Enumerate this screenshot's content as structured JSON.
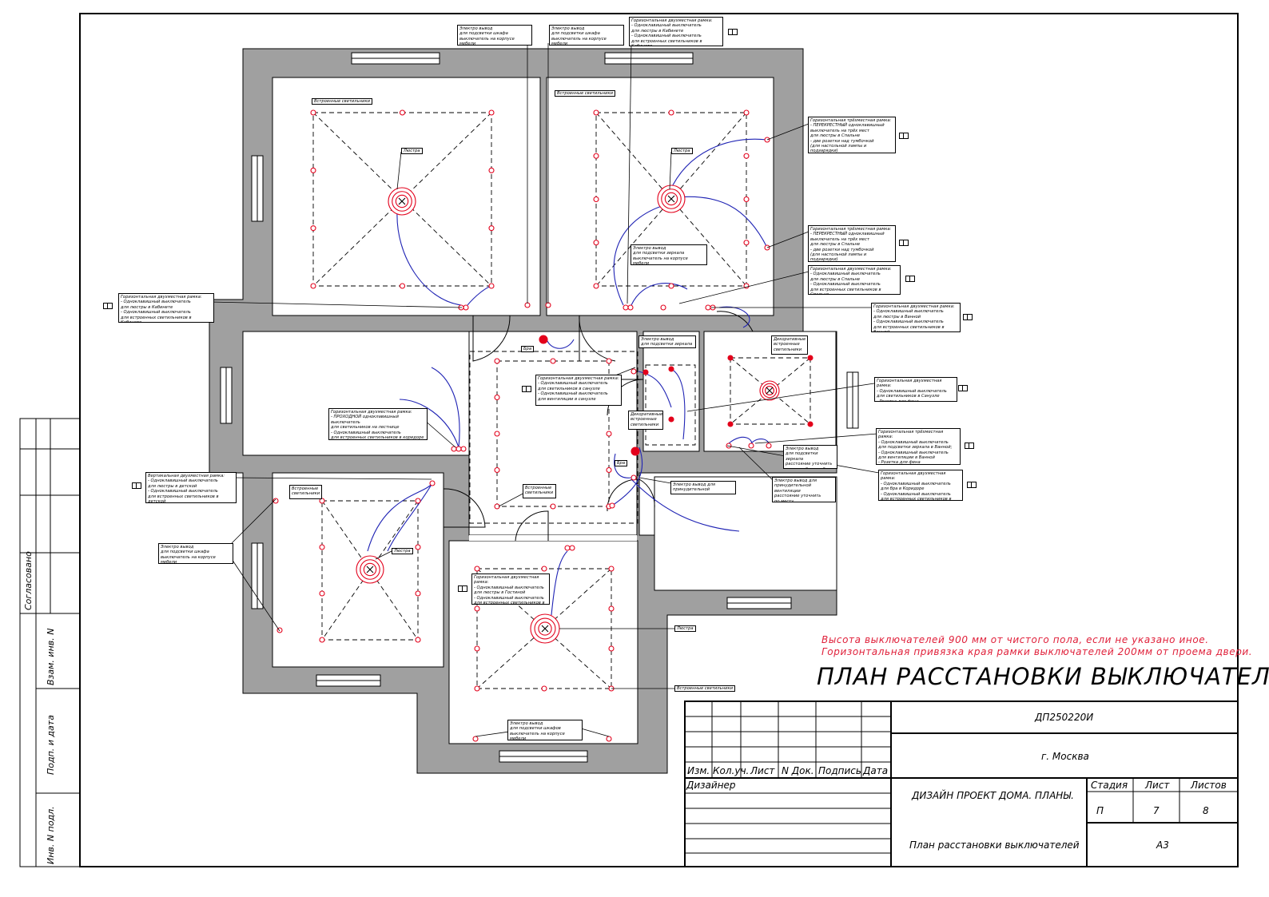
{
  "title": "ПЛАН РАССТАНОВКИ ВЫКЛЮЧАТЕЛЕЙ",
  "notes": [
    "Высота выключателей 900 мм от чистого пола, если не указано иное.",
    "Горизонтальная привязка края рамки выключателей 200мм от проема двери."
  ],
  "callouts": {
    "c_top1": "Электро вывод\nдля подсветки шкафа\nвыключатель на корпусе мебели",
    "c_top2": "Электро вывод\nдля подсветки шкафа\nвыключатель на корпусе мебели",
    "c_top3": "Горизонтальная двухместная рамка:\n- Одноклавишный выключатель\nдля люстры в Кабинете\n- Одноклавишный выключатель\nдля встроенных светильников в Кабинете",
    "c_r1": "Горизонтальная трёхместная рамка:\n- ПЕРЕКРЕСТНЫЙ одноклавишный\nвыключатель на трёх мест\nдля люстры в Спальне\n- две розетки над тумбочкой\n(для настольной лампы и подзарядки)",
    "c_r2": "Горизонтальная трёхместная рамка:\n- ПЕРЕКРЕСТНЫЙ одноклавишный\nвыключатель на трёх мест\nдля люстры в Спальне\n- две розетки над тумбочкой\n(для настольной лампы и подзарядки)",
    "c_r3": "Горизонтальная двухместная рамка:\n- Одноклавишный выключатель\nдля люстры в Спальне\n- Одноклавишный выключатель\nдля встроенных светильников в Спальне",
    "c_mirror": "Электро вывод\nдля подсветки зеркала\nвыключатель на корпусе мебели",
    "c_left1": "Горизонтальная двухместная рамка:\n- Одноклавишный выключатель\nдля люстры в Кабинете\n- Одноклавишный выключатель\nдля встроенных светильников в Кабинете",
    "c_bath": "Горизонтальная двухместная рамка:\n- Одноклавишный выключатель\nдля люстры в Ванной\n- Одноклавишный выключатель\nдля встроенных светильников в Ванной",
    "c_wc": "Горизонтальная двухместная рамка:\n- Одноклавишный выключатель\nдля светильников в санузле\n- Одноклавишный выключатель\nдля вентиляции в санузле",
    "c_corr": "Горизонтальная двухместная рамка:\n- ПРОХОДНОЙ одноклавишный выключатель\nдля светильников на лестнице\n- Одноклавишный выключатель\nдля встроенных светильников в коридоре",
    "c_bath2": "Горизонтальная двухместная рамка:\n- Одноклавишный выключатель\nдля светильников в Санузле\n- Розетка для фена",
    "c_bath3": "Горизонтальная трёхместная рамка:\n- Одноклавишный выключатель\nдля подсветки зеркала в Ванной;\n- Одноклавишный выключатель\nдля вентиляции в Ванной\n- Розетка для фена",
    "c_child": "Вертикальная двухместная рамка:\n- Одноклавишный выключатель\nдля люстры в детской\n- Одноклавишный выключатель\nдля встроенных светильников в детской",
    "c_hall": "Горизонтальная двухместная рамка:\n- Одноклавишный выключатель\nдля бра в Коридоре\n- Одноклавишный выключатель\nдля встроенных светильников в Гостиной",
    "c_shelf": "Электро вывод\nдля подсветки шкафа\nвыключатель на корпусе мебели",
    "c_mirror2": "Электро вывод\nдля подсветки\nзеркала\nрасстояние уточнить\nпосле выбора мебели",
    "c_vent1": "Электро вывод для\nпринудительной вентиляции",
    "c_vent2": "Электро вывод для\nпринудительной вентиляции\nрасстояние уточнить\nпо месту",
    "c_lr": "Горизонтальная двухместная рамка:\n- Одноклавишный выключатель\nдля люстры в Гостиной\n- Одноклавишный выключатель\nдля встроенных светильников в Гостиной",
    "c_bottom": "Электро вывод\nдля подсветки шкафов\nвыключатель на корпусе мебели",
    "c_dec1": "Декоративные\nвстроенные\nсветильники",
    "c_dec2": "Декоративные\nвстроенные\nсветильники"
  },
  "labels": {
    "builtin": "Встроенные светильники",
    "chandelier": "Люстра",
    "bra": "Бра",
    "builtin_short": "Встроенные\nсветильники"
  },
  "title_block": {
    "code": "ДП250220И",
    "city": "г. Москва",
    "col_headers": [
      "Изм.",
      "Кол.уч.",
      "Лист",
      "N Док.",
      "Подпись",
      "Дата"
    ],
    "designer": "Дизайнер",
    "project": "ДИЗАЙН ПРОЕКТ ДОМА. ПЛАНЫ.",
    "sheet_name": "План расстановки выключателей",
    "stage_label": "Стадия",
    "sheet_label": "Лист",
    "sheets_label": "Листов",
    "stage": "П",
    "sheet": "7",
    "sheets": "8",
    "format": "А3"
  },
  "side_stamp": {
    "agreed": "Согласовано",
    "inv_ref": "Взам. инв. N",
    "sign_date": "Подп. и дата",
    "inv_orig": "Инв. N подл."
  },
  "colors": {
    "wall": "#a0a0a0",
    "fixture": "#e3001b",
    "wire": "#1f23b4",
    "note": "#e0203a",
    "line": "#000000"
  }
}
